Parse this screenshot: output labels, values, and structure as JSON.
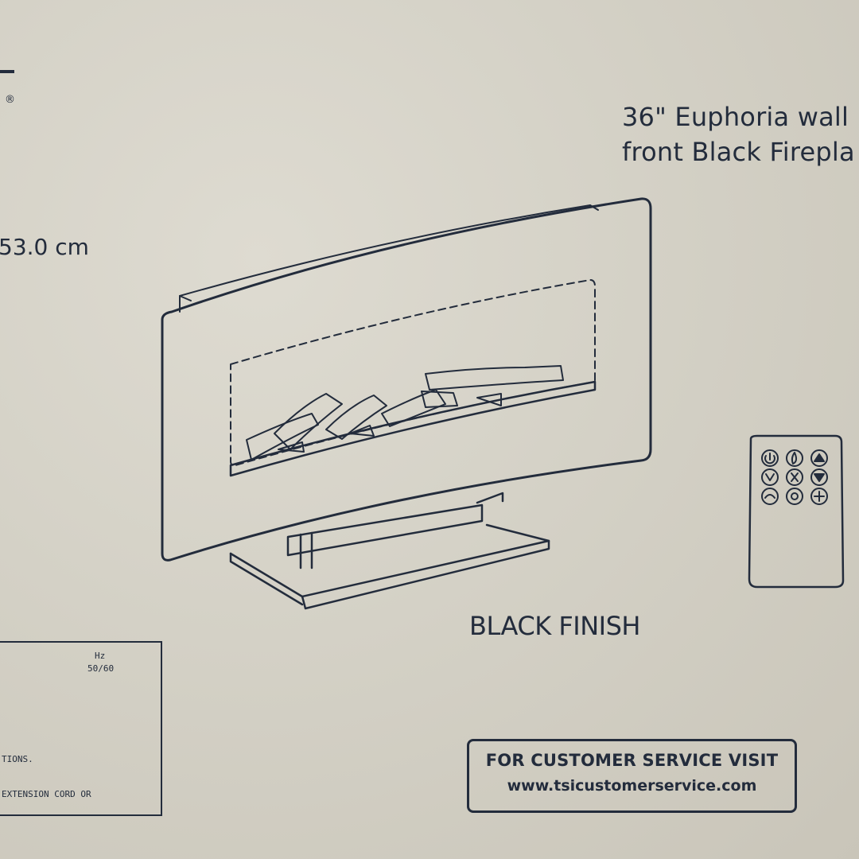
{
  "product": {
    "title_line1": "36\" Euphoria wall",
    "title_line2": "front Black Firepla",
    "dimension": "53.0 cm",
    "registered_mark": "®",
    "finish": "BLACK FINISH"
  },
  "specs": {
    "hz_label": "Hz",
    "hz_value": "50/60",
    "warning_fragment_1": "TIONS.",
    "warning_fragment_2": "EXTENSION CORD OR"
  },
  "customer_service": {
    "line1": "FOR CUSTOMER SERVICE VISIT",
    "line2": "www.tsicustomerservice.com"
  },
  "remote": {
    "buttons": [
      "power-icon",
      "flame-icon",
      "up-arrow-icon",
      "heater-icon",
      "timer-icon",
      "down-arrow-icon",
      "thermostat-icon",
      "light-icon",
      "eco-icon"
    ]
  },
  "colors": {
    "box": "#d4d1c6",
    "ink": "#232c3c"
  }
}
